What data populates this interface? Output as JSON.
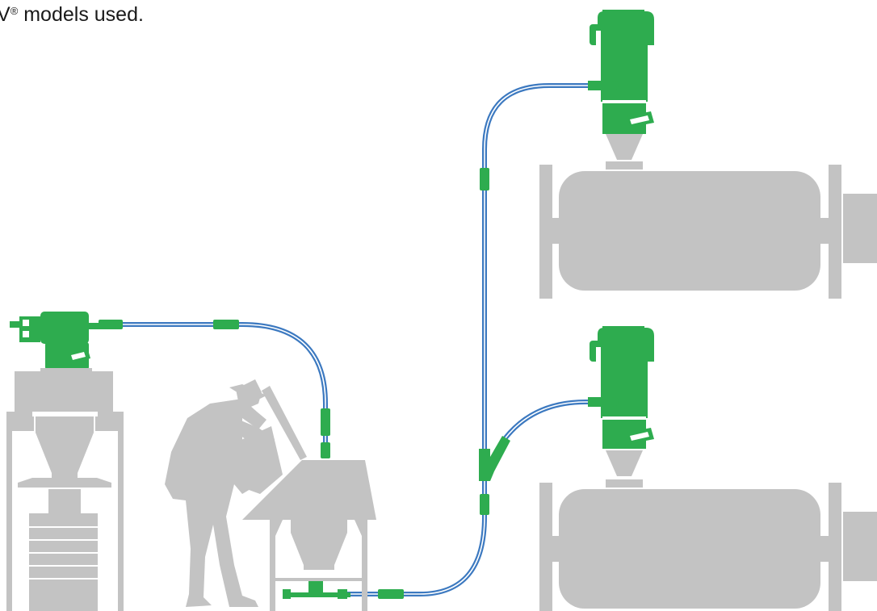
{
  "caption": {
    "prefix": "V",
    "registered": "®",
    "suffix": " models used."
  },
  "colors": {
    "equipment_green": "#2eac4f",
    "tube_blue": "#3c79c0",
    "machinery_gray": "#c3c3c3",
    "background": "#ffffff"
  },
  "components": {
    "left_receiver": "conveyor-receiver",
    "bag_station": "bulk-bag-discharger",
    "dump_station": "bag-dump-station",
    "worker": "operator-silhouette",
    "receivers_right": [
      "receiver-upper",
      "receiver-lower"
    ],
    "process_tanks": [
      "process-vessel-upper",
      "process-vessel-lower"
    ]
  }
}
